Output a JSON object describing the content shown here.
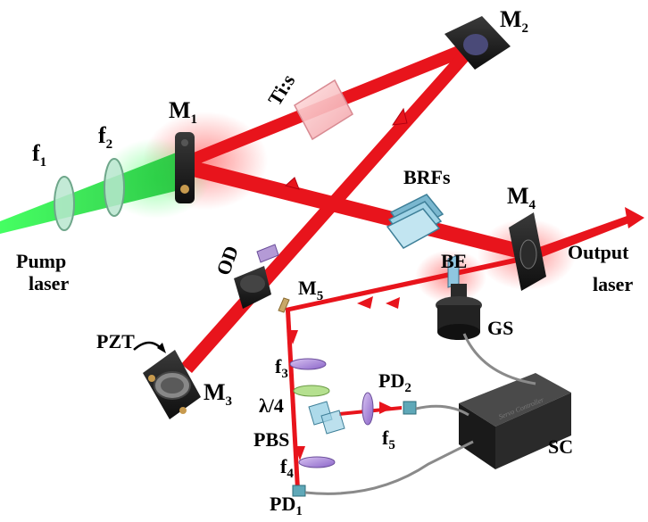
{
  "labels": {
    "m1": {
      "main": "M",
      "sub": "1"
    },
    "m2": {
      "main": "M",
      "sub": "2"
    },
    "m3": {
      "main": "M",
      "sub": "3"
    },
    "m4": {
      "main": "M",
      "sub": "4"
    },
    "m5": {
      "main": "M",
      "sub": "5"
    },
    "f1": {
      "main": "f",
      "sub": "1"
    },
    "f2": {
      "main": "f",
      "sub": "2"
    },
    "f3": {
      "main": "f",
      "sub": "3"
    },
    "f4": {
      "main": "f",
      "sub": "4"
    },
    "f5": {
      "main": "f",
      "sub": "5"
    },
    "pd1": {
      "main": "PD",
      "sub": "1"
    },
    "pd2": {
      "main": "PD",
      "sub": "2"
    },
    "tis": "Ti:s",
    "brfs": "BRFs",
    "od": "OD",
    "be": "BE",
    "gs": "GS",
    "sc": "SC",
    "pzt": "PZT",
    "qwp": "λ/4",
    "pbs": "PBS",
    "pump_laser": [
      "Pump",
      "laser"
    ],
    "output_laser": [
      "Output",
      "laser"
    ],
    "servo_controller": "Servo Controller"
  },
  "colors": {
    "red_beam": "#e8141c",
    "green_beam": "#2ee84a",
    "mount_dark": "#1c1c1c",
    "optic_blue": "#9fd3e6",
    "cable": "#8a8a8a"
  }
}
